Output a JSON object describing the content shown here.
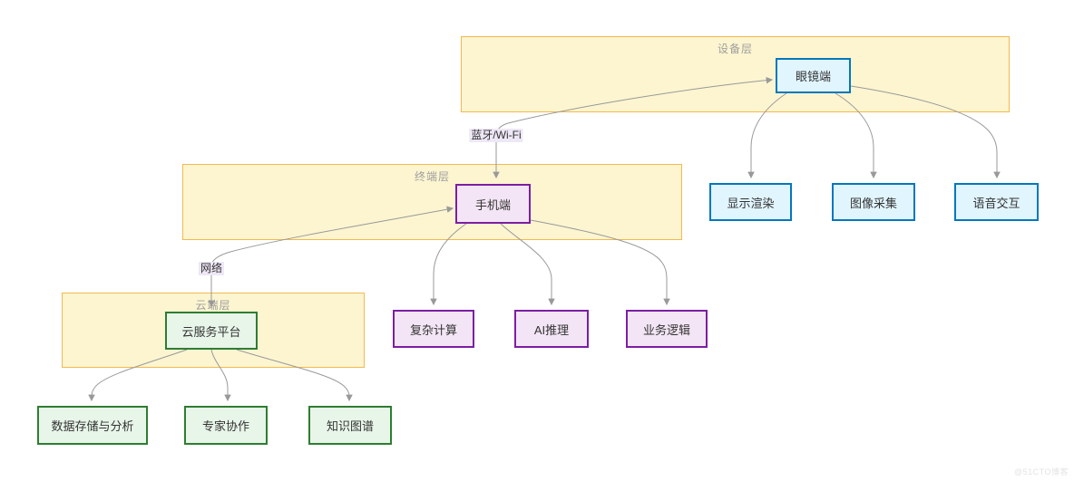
{
  "diagram_title": "glasses-phone-cloud layered architecture flowchart",
  "clusters": {
    "device": {
      "label": "设备层"
    },
    "terminal": {
      "label": "终端层"
    },
    "cloud": {
      "label": "云端层"
    }
  },
  "nodes": {
    "glasses": {
      "label": "眼镜端",
      "type": "blue"
    },
    "phone": {
      "label": "手机端",
      "type": "purple"
    },
    "cloud_platform": {
      "label": "云服务平台",
      "type": "green"
    },
    "display_render": {
      "label": "显示渲染",
      "type": "blue"
    },
    "image_capture": {
      "label": "图像采集",
      "type": "blue"
    },
    "voice_interaction": {
      "label": "语音交互",
      "type": "blue"
    },
    "complex_compute": {
      "label": "复杂计算",
      "type": "purple"
    },
    "ai_inference": {
      "label": "AI推理",
      "type": "purple"
    },
    "business_logic": {
      "label": "业务逻辑",
      "type": "purple"
    },
    "data_storage": {
      "label": "数据存储与分析",
      "type": "green"
    },
    "expert_collab": {
      "label": "专家协作",
      "type": "green"
    },
    "knowledge_graph": {
      "label": "知识图谱",
      "type": "green"
    }
  },
  "edge_labels": {
    "bluetooth_wifi": {
      "label": "蓝牙/Wi-Fi"
    },
    "network": {
      "label": "网络"
    }
  },
  "edges": [
    {
      "from": "glasses",
      "to": "phone",
      "label": "蓝牙/Wi-Fi",
      "bidirectional": true
    },
    {
      "from": "phone",
      "to": "cloud_platform",
      "label": "网络",
      "bidirectional": true
    },
    {
      "from": "glasses",
      "to": "display_render"
    },
    {
      "from": "glasses",
      "to": "image_capture"
    },
    {
      "from": "glasses",
      "to": "voice_interaction"
    },
    {
      "from": "phone",
      "to": "complex_compute"
    },
    {
      "from": "phone",
      "to": "ai_inference"
    },
    {
      "from": "phone",
      "to": "business_logic"
    },
    {
      "from": "cloud_platform",
      "to": "data_storage"
    },
    {
      "from": "cloud_platform",
      "to": "expert_collab"
    },
    {
      "from": "cloud_platform",
      "to": "knowledge_graph"
    }
  ],
  "colors": {
    "cluster_fill": "#FDF5D0",
    "cluster_border": "#F2B94F",
    "cluster_label": "#9E9E9E",
    "blue_fill": "#E1F5FE",
    "blue_border": "#0277BD",
    "purple_fill": "#F3E5F5",
    "purple_border": "#7B1FA2",
    "green_fill": "#E8F5E9",
    "green_border": "#2E7D32",
    "edge": "#999999",
    "edge_label_bg": "#EDE7F6",
    "node_text": "#333333"
  },
  "watermark": {
    "text": "@51CTO博客"
  }
}
